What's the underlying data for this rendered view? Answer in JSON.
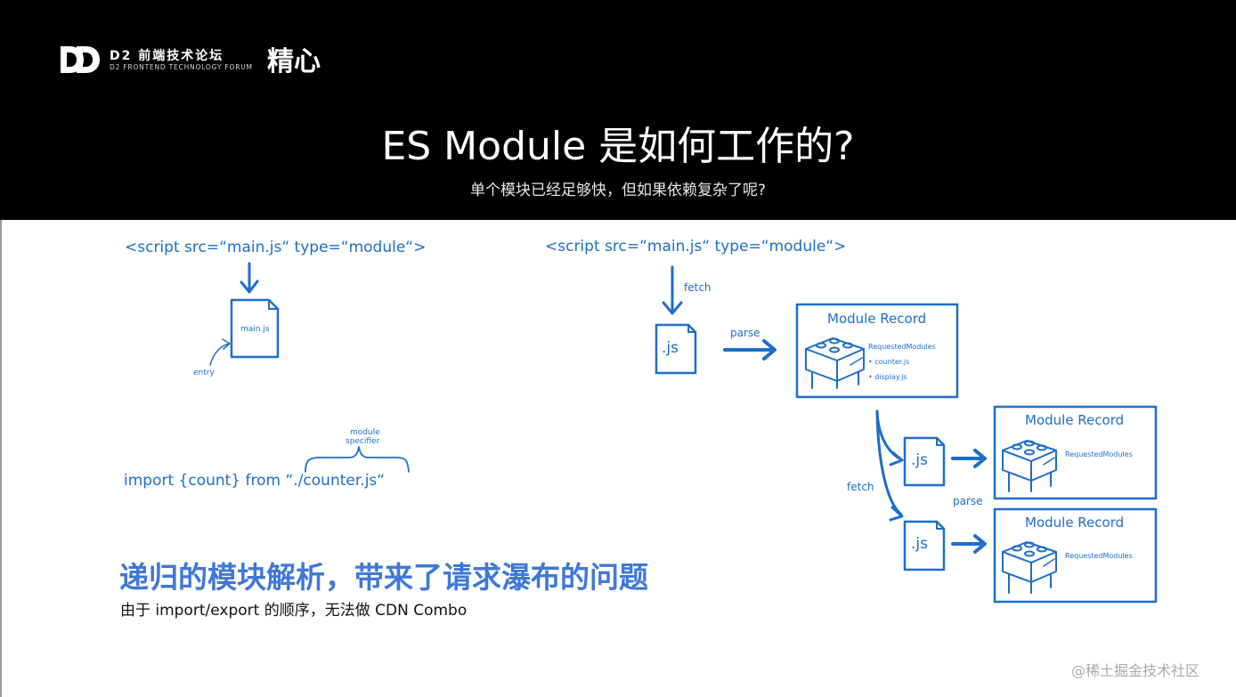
{
  "header": {
    "logo_title": "D2 前端技术论坛",
    "logo_subtitle": "D2 FRONTEND TECHNOLOGY FORUM",
    "brand": "精心",
    "title": "ES Module 是如何工作的?",
    "subtitle": "单个模块已经足够快，但如果依赖复杂了呢?"
  },
  "left_diagram": {
    "script_tag": "<script src=“main.js“ type=“module“>",
    "file_name": "main.js",
    "entry_label": "entry",
    "specifier_label_line1": "module",
    "specifier_label_line2": "specifier",
    "import_statement": "import {count} from “./counter.js“"
  },
  "right_diagram": {
    "script_tag": "<script src=“main.js“ type=“module“>",
    "fetch_label": "fetch",
    "parse_label": "parse",
    "file_ext": ".js",
    "record_title": "Module Record",
    "requested_modules": "RequestedModules",
    "dep1": "• counter.js",
    "dep2": "• display.js"
  },
  "body": {
    "headline": "递归的模块解析，带来了请求瀑布的问题",
    "note": "由于 import/export 的顺序，无法做 CDN Combo",
    "watermark": "@稀土掘金技术社区"
  },
  "colors": {
    "header_bg": "#000000",
    "sketch_blue": "#1d6ec9",
    "headline_blue": "#3f78d6"
  }
}
